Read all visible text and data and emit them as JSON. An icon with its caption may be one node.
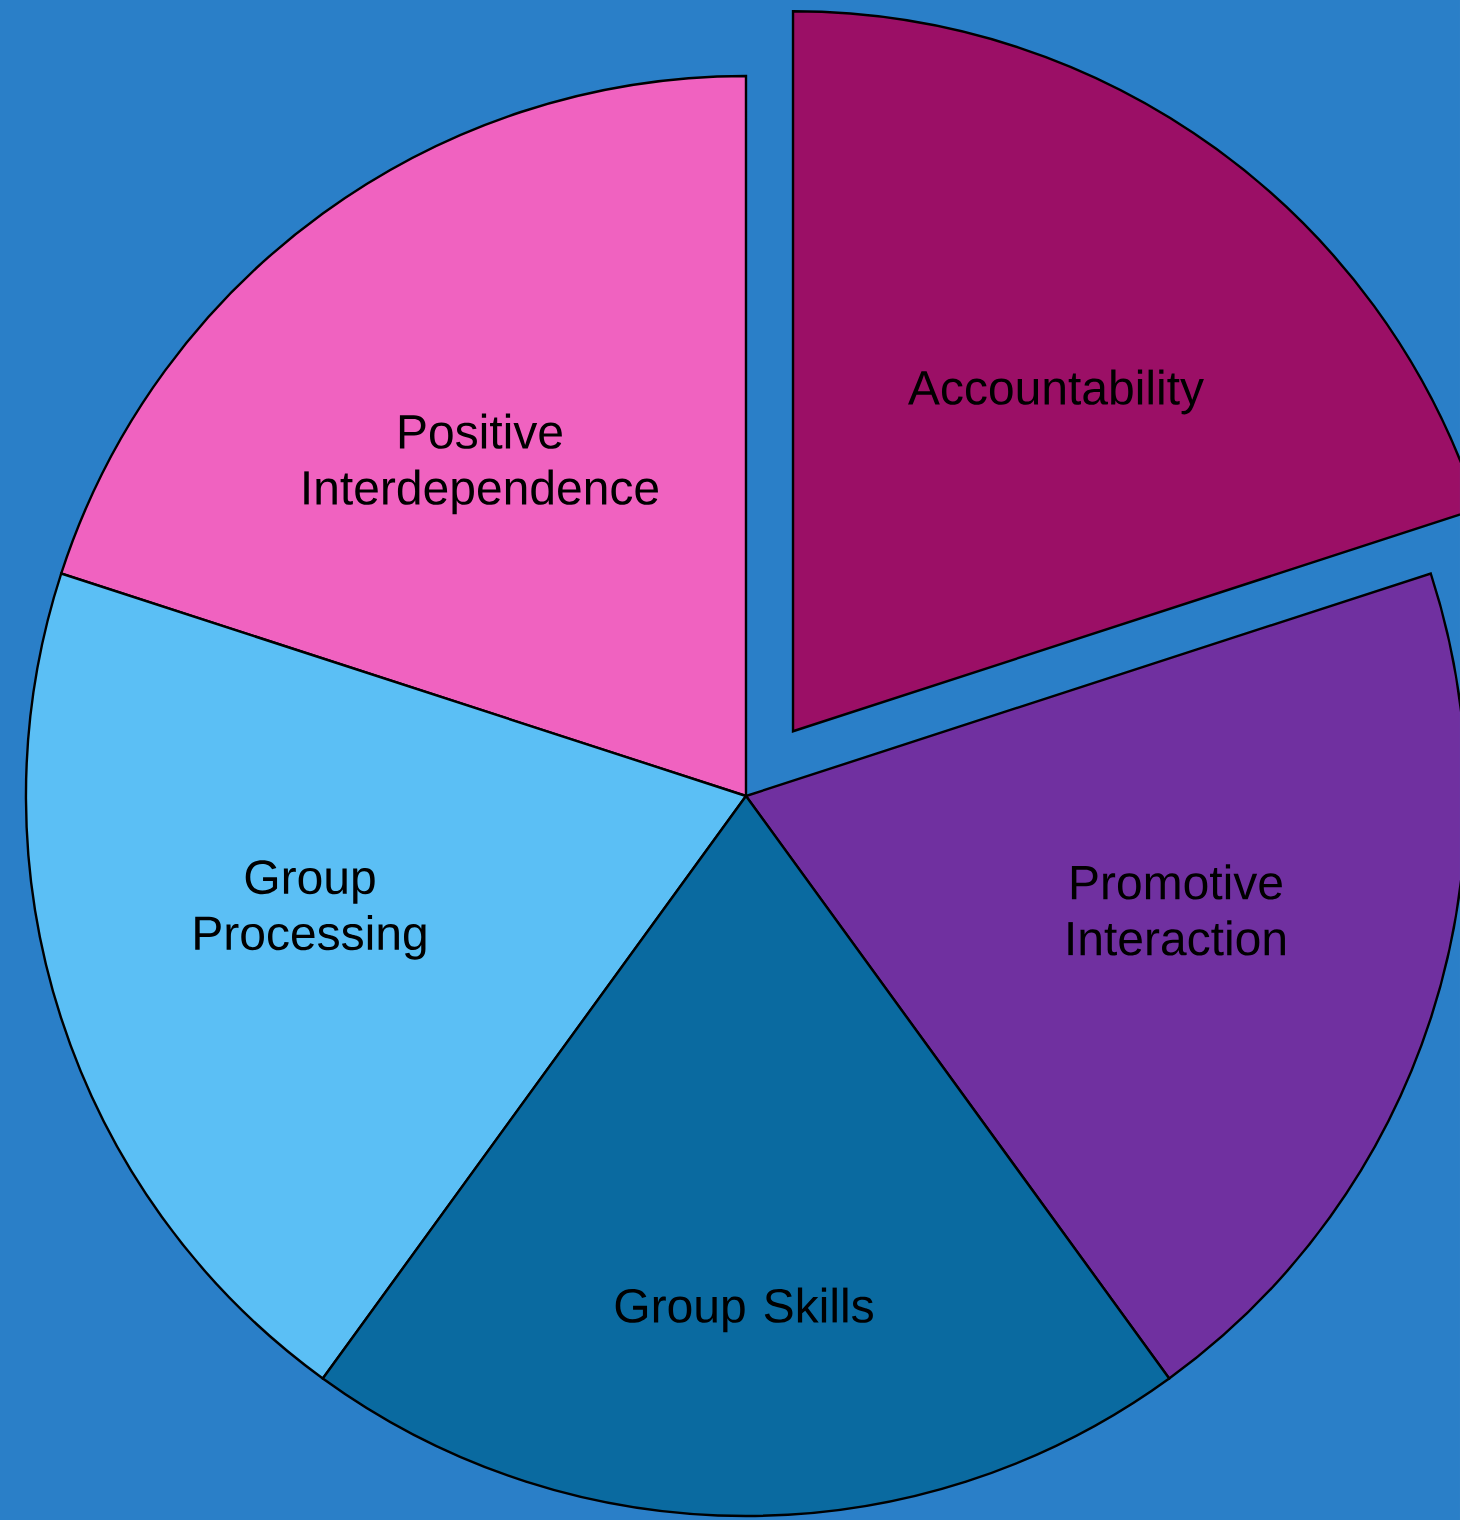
{
  "diagram": {
    "nodes": [
      {
        "text": [
          "Positive Interdependence"
        ]
      },
      {
        "text": [
          "Accountability"
        ]
      },
      {
        "text": [
          "Group Processing"
        ]
      },
      {
        "text": [
          "Promotive Interaction"
        ]
      },
      {
        "text": [
          "Group Skills"
        ]
      }
    ]
  }
}
